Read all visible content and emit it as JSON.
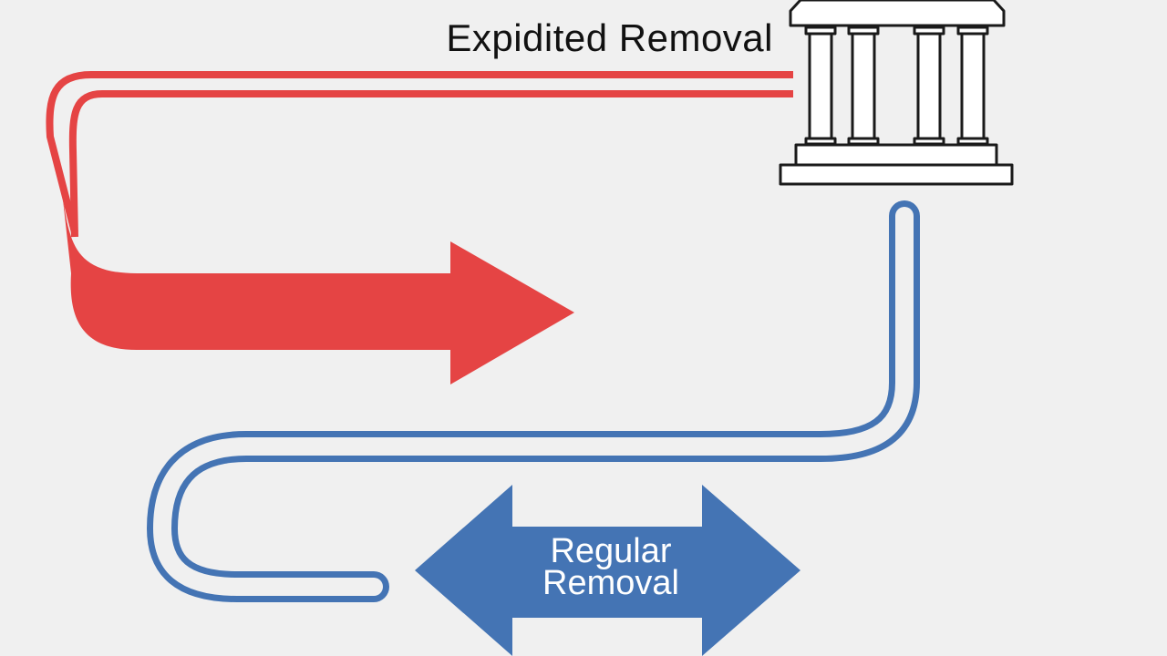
{
  "diagram": {
    "expedited_label": "Expidited Removal",
    "regular_label_line1": "Regular",
    "regular_label_line2": "Removal",
    "colors": {
      "background": "#f0f0f0",
      "expedited": "#e54444",
      "regular": "#4474b4",
      "building": "#1a1a1a",
      "text_dark": "#111111",
      "text_light": "#ffffff"
    },
    "icons": {
      "courthouse": "courthouse-icon"
    }
  }
}
